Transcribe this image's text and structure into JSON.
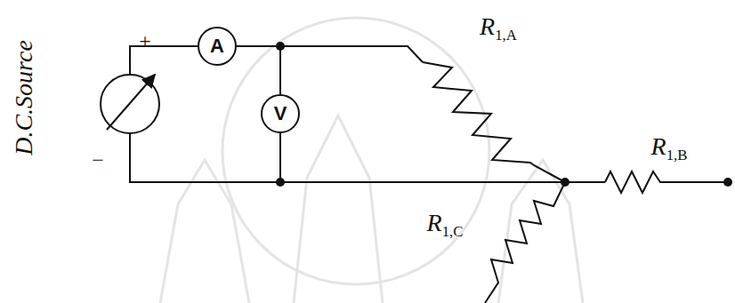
{
  "diagram": {
    "nodes": [
      {
        "text": [
          "A"
        ]
      },
      {
        "text": [
          "V"
        ]
      }
    ],
    "edges": [
      {
        "from": 0,
        "to": 1,
        "arrow": "none"
      }
    ],
    "labels": [
      "D.C.Source",
      "+",
      "−",
      "R1,A",
      "R1,B",
      "R1,C"
    ]
  }
}
